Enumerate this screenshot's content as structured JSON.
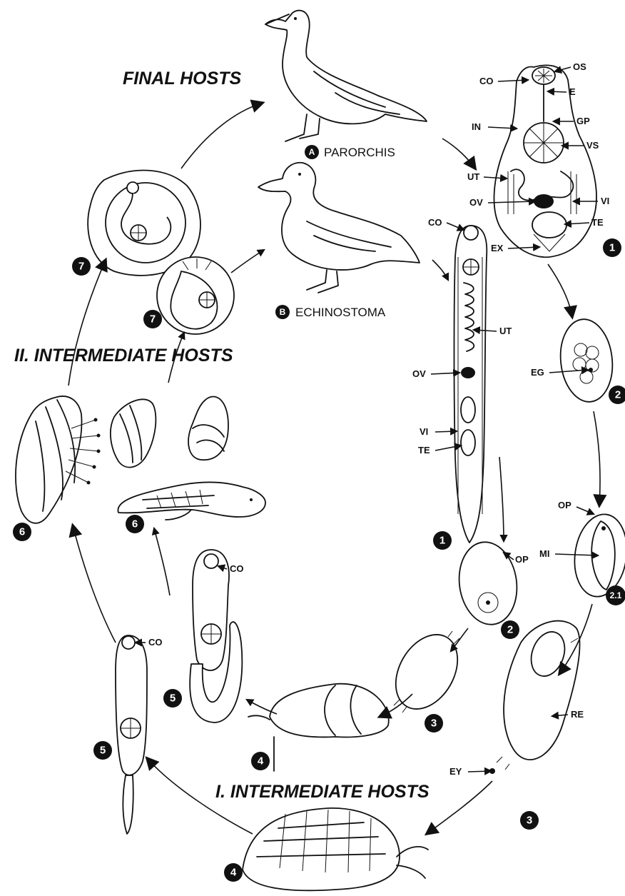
{
  "headings": {
    "final_hosts": "FINAL HOSTS",
    "intermediate_1": "I. INTERMEDIATE HOSTS",
    "intermediate_2": "II. INTERMEDIATE HOSTS"
  },
  "hosts": {
    "a_letter": "A",
    "a_name": "PARORCHIS",
    "b_letter": "B",
    "b_name": "ECHINOSTOMA"
  },
  "stage_numbers": {
    "s1a": "1",
    "s1b": "1",
    "s2a": "2",
    "s2b": "2",
    "s21": "2.1",
    "s3a": "3",
    "s3b": "3",
    "s4a": "4",
    "s4b": "4",
    "s5a": "5",
    "s5b": "5",
    "s6a": "6",
    "s6b": "6",
    "s7a": "7",
    "s7b": "7"
  },
  "labels": {
    "os": "OS",
    "co1": "CO",
    "e": "E",
    "gp": "GP",
    "in": "IN",
    "vs": "VS",
    "ut1": "UT",
    "ov1": "OV",
    "vi1": "VI",
    "te1": "TE",
    "ex": "EX",
    "co2": "CO",
    "ut2": "UT",
    "ov2": "OV",
    "vi2": "VI",
    "te2": "TE",
    "eg": "EG",
    "op1": "OP",
    "op2": "OP",
    "mi": "MI",
    "re": "RE",
    "ey": "EY",
    "co3": "CO",
    "co4": "CO"
  },
  "colors": {
    "ink": "#111111",
    "paper": "#ffffff"
  }
}
